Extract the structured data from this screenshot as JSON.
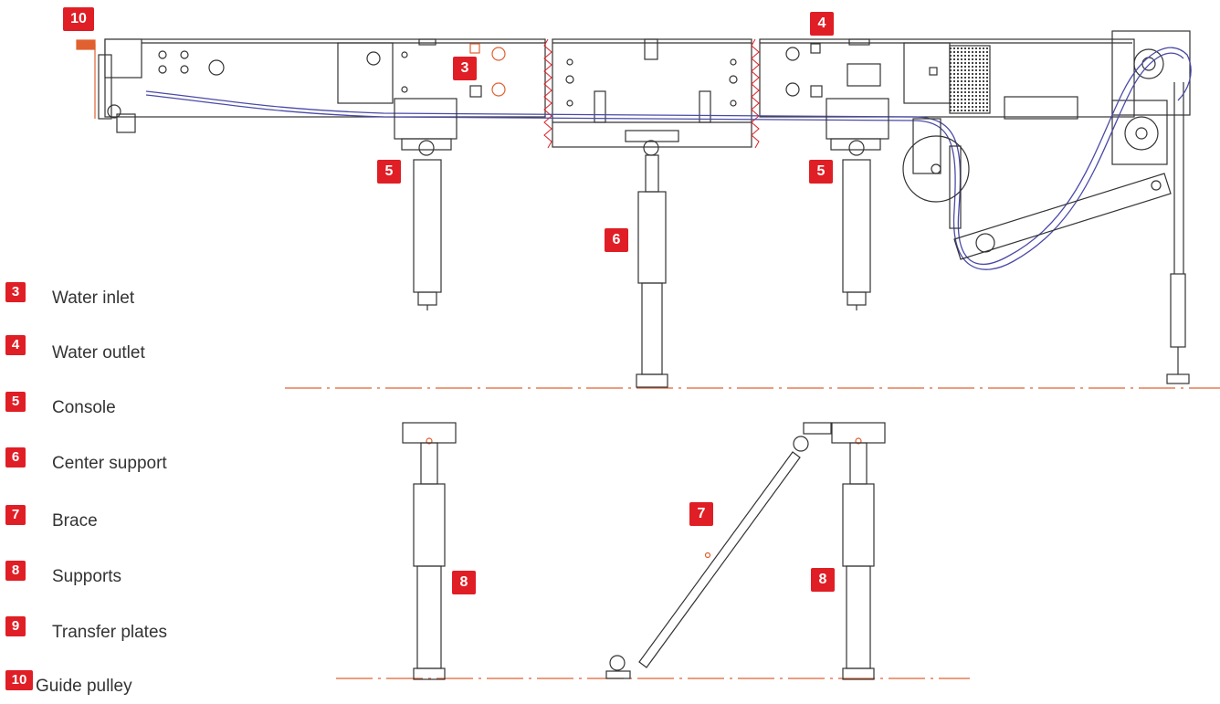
{
  "legend": [
    {
      "number": "3",
      "label": "Water inlet"
    },
    {
      "number": "4",
      "label": "Water outlet"
    },
    {
      "number": "5",
      "label": "Console"
    },
    {
      "number": "6",
      "label": "Center support"
    },
    {
      "number": "7",
      "label": "Brace"
    },
    {
      "number": "8",
      "label": "Supports"
    },
    {
      "number": "9",
      "label": "Transfer plates"
    },
    {
      "number": "10",
      "label": "Guide pulley"
    }
  ],
  "callouts": {
    "guide_pulley": "10",
    "water_inlet": "3",
    "water_outlet": "4",
    "console_left": "5",
    "console_right": "5",
    "center_support": "6",
    "brace": "7",
    "support_left": "8",
    "support_right": "8"
  },
  "colors": {
    "accent": "#e01e25",
    "line": "#333333",
    "hose": "#4a4aa8",
    "ground": "#e06030"
  }
}
